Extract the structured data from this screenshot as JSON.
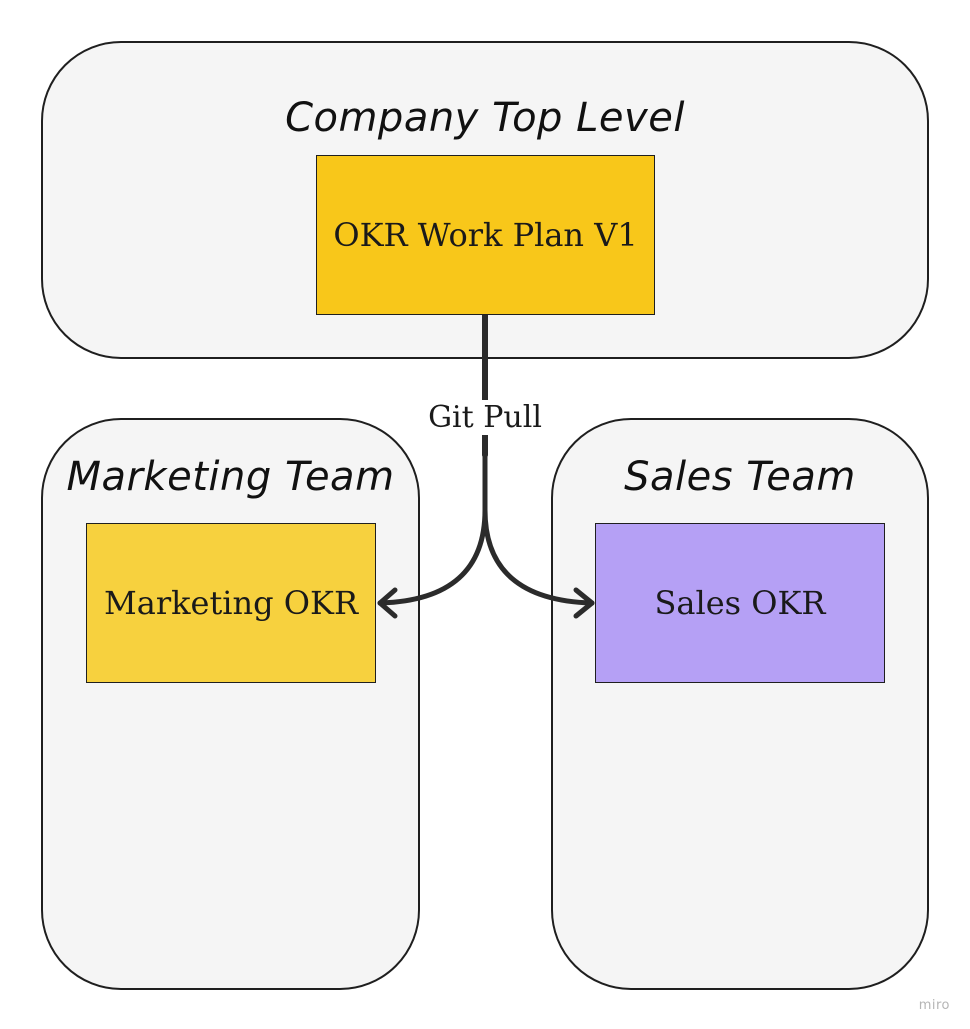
{
  "frames": {
    "top": {
      "title": "Company Top Level"
    },
    "marketing": {
      "title": "Marketing Team"
    },
    "sales": {
      "title": "Sales Team"
    }
  },
  "cards": {
    "top": {
      "label": "OKR Work Plan V1",
      "color": "#f8c71a"
    },
    "marketing": {
      "label": "Marketing OKR",
      "color": "#f7d13e"
    },
    "sales": {
      "label": "Sales OKR",
      "color": "#b5a0f5"
    }
  },
  "connector": {
    "label": "Git Pull",
    "color": "#2b2b2b"
  },
  "watermark": "miro"
}
